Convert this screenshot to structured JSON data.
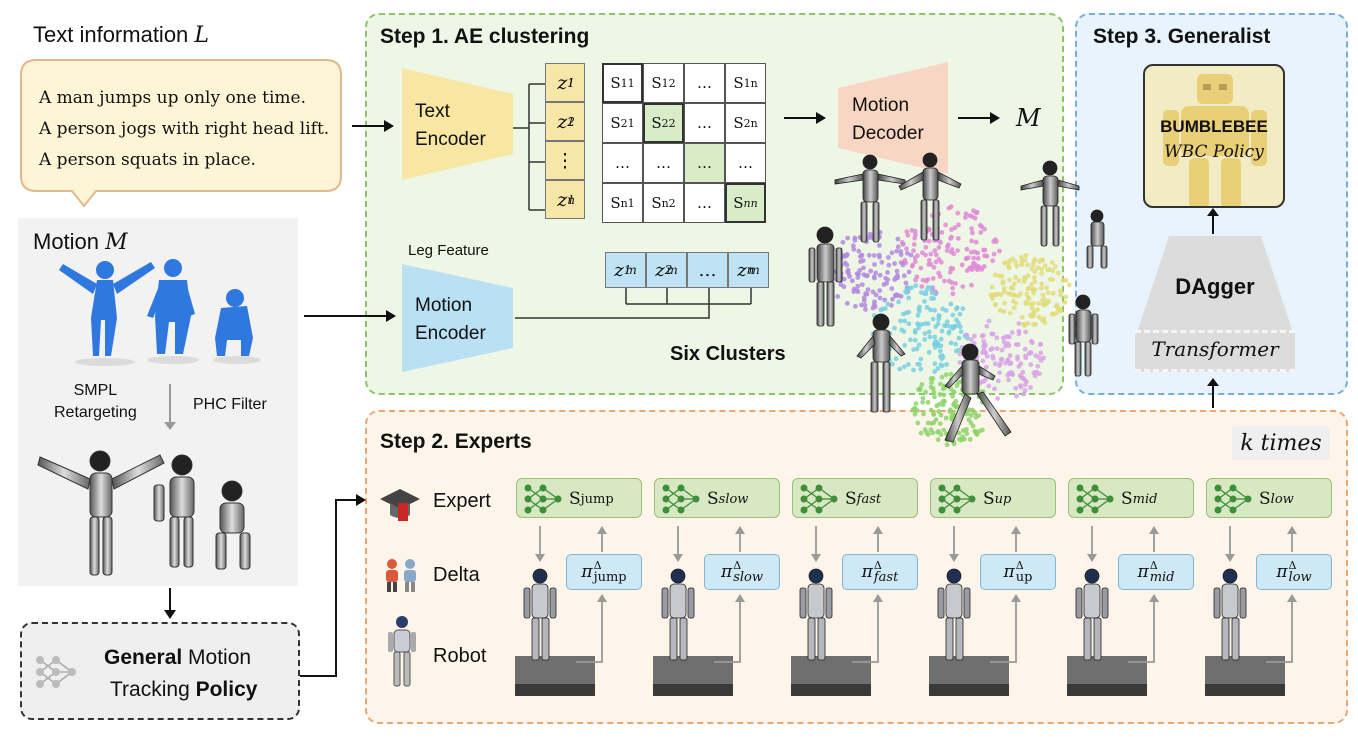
{
  "text_info": {
    "title_text": "Text information",
    "title_symbol": "L",
    "lines": [
      "A man jumps up only one time.",
      "A person jogs with right head lift.",
      "A person squats in place."
    ]
  },
  "motion": {
    "title_text": "Motion",
    "title_symbol": "M",
    "smpl_label": "SMPL\nRetargeting",
    "phc_label": "PHC Filter"
  },
  "general_policy": {
    "bold1": "General",
    "text1": " Motion",
    "text2": "Tracking ",
    "bold2": "Policy"
  },
  "step1": {
    "title": "Step 1. AE clustering",
    "text_encoder": "Text\nEncoder",
    "motion_encoder": "Motion\nEncoder",
    "motion_decoder": "Motion\nDecoder",
    "leg_feature": "Leg Feature",
    "output_symbol": "M",
    "six_clusters": "Six Clusters",
    "z_text": [
      "z",
      "z",
      "⋮",
      "z"
    ],
    "z_text_sub": [
      "1",
      "2",
      "",
      "n"
    ],
    "z_text_sup": "l",
    "z_motion": [
      "z",
      "z",
      "…",
      "z"
    ],
    "z_motion_sub": [
      "1",
      "2",
      "",
      "n"
    ],
    "z_motion_sup": "m",
    "sim_matrix": [
      [
        {
          "b": "S",
          "s": "11"
        },
        {
          "b": "S",
          "s": "12"
        },
        {
          "b": "…",
          "s": ""
        },
        {
          "b": "S",
          "s": "1n"
        }
      ],
      [
        {
          "b": "S",
          "s": "21"
        },
        {
          "b": "S",
          "s": "22"
        },
        {
          "b": "…",
          "s": ""
        },
        {
          "b": "S",
          "s": "2n"
        }
      ],
      [
        {
          "b": "…",
          "s": ""
        },
        {
          "b": "…",
          "s": ""
        },
        {
          "b": "…",
          "s": ""
        },
        {
          "b": "…",
          "s": ""
        }
      ],
      [
        {
          "b": "S",
          "s": "n1"
        },
        {
          "b": "S",
          "s": "n2"
        },
        {
          "b": "…",
          "s": ""
        },
        {
          "b": "S",
          "s": "nn"
        }
      ]
    ]
  },
  "step2": {
    "title": "Step 2. Experts",
    "k_times": "k times",
    "row_labels": [
      "Expert",
      "Delta",
      "Robot"
    ],
    "experts": [
      {
        "base": "S",
        "sub": "jump",
        "delta_sub": "jump"
      },
      {
        "base": "S",
        "sub": "slow",
        "delta_sub": "slow"
      },
      {
        "base": "S",
        "sub": "fast",
        "delta_sub": "fast"
      },
      {
        "base": "S",
        "sub": "up",
        "delta_sub": "up"
      },
      {
        "base": "S",
        "sub": "mid",
        "delta_sub": "mid"
      },
      {
        "base": "S",
        "sub": "low",
        "delta_sub": "low"
      }
    ],
    "delta_symbol": "π",
    "delta_sup": "Δ"
  },
  "step3": {
    "title": "Step 3. Generalist",
    "bumblebee": "BUMBLEBEE",
    "wbc_policy": "WBC Policy",
    "dagger": "DAgger",
    "transformer": "Transformer"
  },
  "colors": {
    "step1_fill": "#eef6e6",
    "step1_border": "#8cc46a",
    "step2_fill": "#fdf4ea",
    "step2_border": "#e8a874",
    "step3_fill": "#e8f3fb",
    "step3_border": "#79acd6",
    "text_encoder": "#f7e7a3",
    "motion_encoder": "#b9e0f3",
    "motion_decoder": "#f8d6c4",
    "text_bubble": "#fdf5d6",
    "text_bubble_border": "#e2b98c"
  }
}
